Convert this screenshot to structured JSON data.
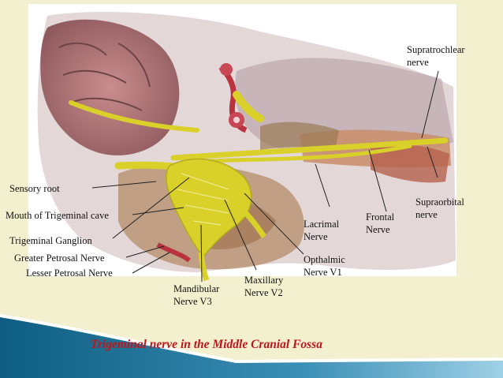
{
  "labels": {
    "supratrochlear": "Supratrochlear\nnerve",
    "sensory_root": "Sensory root",
    "supraorbital": "Supraorbital\nnerve",
    "mouth": "Mouth of Trigeminal cave",
    "lacrimal": "Lacrimal\nNerve",
    "frontal": "Frontal\nNerve",
    "ganglion": "Trigeminal Ganglion",
    "greater_petrosal": "Greater Petrosal Nerve",
    "opthalmic": "Opthalmic\nNerve V1",
    "lesser_petrosal": "Lesser Petrosal Nerve",
    "maxillary": "Maxillary\nNerve V2",
    "mandibular": "Mandibular\nNerve V3"
  },
  "caption": "Trigeminal nerve in the Middle Cranial Fossa",
  "colors": {
    "background": "#f3f0cf",
    "nerve": "#d9d02a",
    "caption": "#c0141a",
    "accent_band": "#1e6f93"
  }
}
